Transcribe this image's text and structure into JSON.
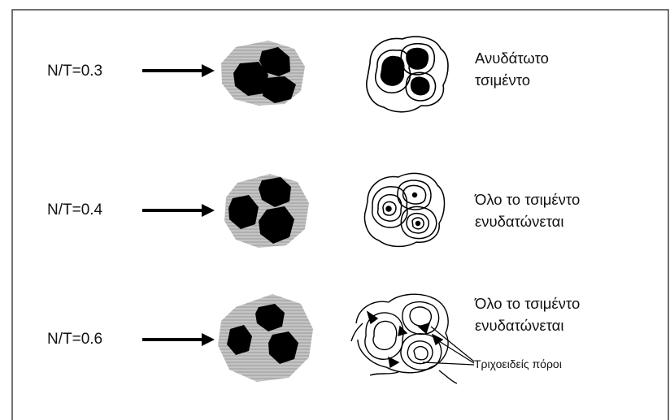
{
  "rows": [
    {
      "ratio": "N/T=0.3",
      "caption_line1": "Ανυδάτωτο",
      "caption_line2": "τσιμέντο"
    },
    {
      "ratio": "N/T=0.4",
      "caption_line1": "Όλο το τσιμέντο",
      "caption_line2": "ενυδατώνεται"
    },
    {
      "ratio": "N/T=0.6",
      "caption_line1": "Όλο το τσιμέντο",
      "caption_line2": "ενυδατώνεται"
    }
  ],
  "pore_label": "Τριχοειδείς πόροι",
  "colors": {
    "grains": "#000000",
    "hydrated_gel": "#bdbdbd",
    "border": "#444444"
  }
}
